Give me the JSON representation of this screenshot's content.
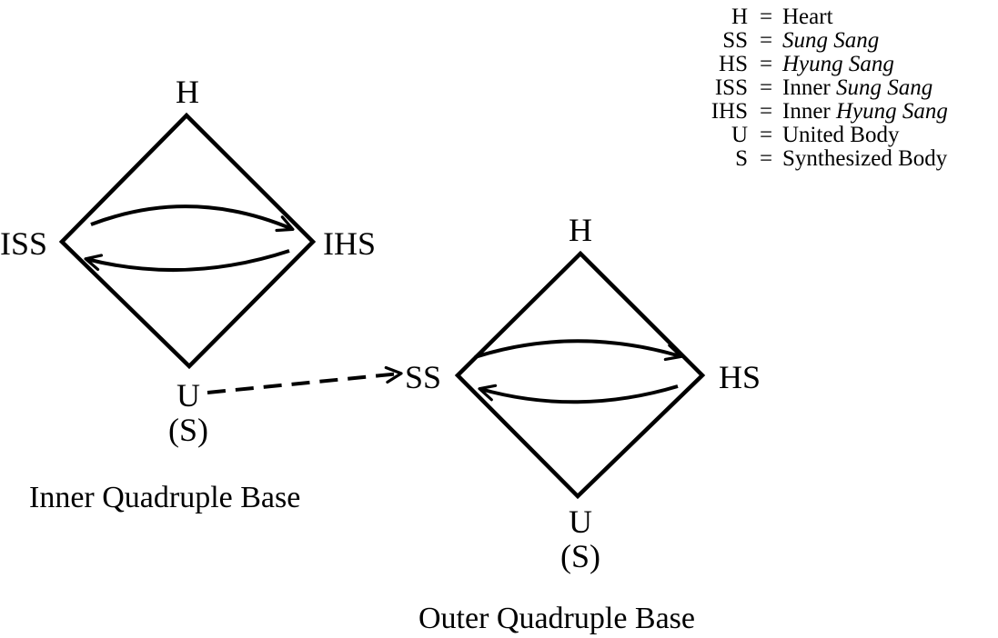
{
  "legend": [
    {
      "abbr": "H",
      "eq": "=",
      "plain": "Heart",
      "italic": ""
    },
    {
      "abbr": "SS",
      "eq": "=",
      "plain": "",
      "italic": "Sung Sang"
    },
    {
      "abbr": "HS",
      "eq": "=",
      "plain": "",
      "italic": "Hyung Sang"
    },
    {
      "abbr": "ISS",
      "eq": "=",
      "plain": "Inner ",
      "italic": "Sung Sang"
    },
    {
      "abbr": "IHS",
      "eq": "=",
      "plain": "Inner ",
      "italic": "Hyung Sang"
    },
    {
      "abbr": "U",
      "eq": "=",
      "plain": "United Body",
      "italic": ""
    },
    {
      "abbr": "S",
      "eq": "=",
      "plain": "Synthesized Body",
      "italic": ""
    }
  ],
  "inner_base": {
    "top": "H",
    "left": "ISS",
    "right": "IHS",
    "bottom": "U",
    "bottom_sub": "(S)",
    "caption": "Inner Quadruple Base"
  },
  "outer_base": {
    "top": "H",
    "left": "SS",
    "right": "HS",
    "bottom": "U",
    "bottom_sub": "(S)",
    "caption": "Outer Quadruple Base"
  },
  "colors": {
    "ink": "#000000",
    "background": "#ffffff"
  }
}
